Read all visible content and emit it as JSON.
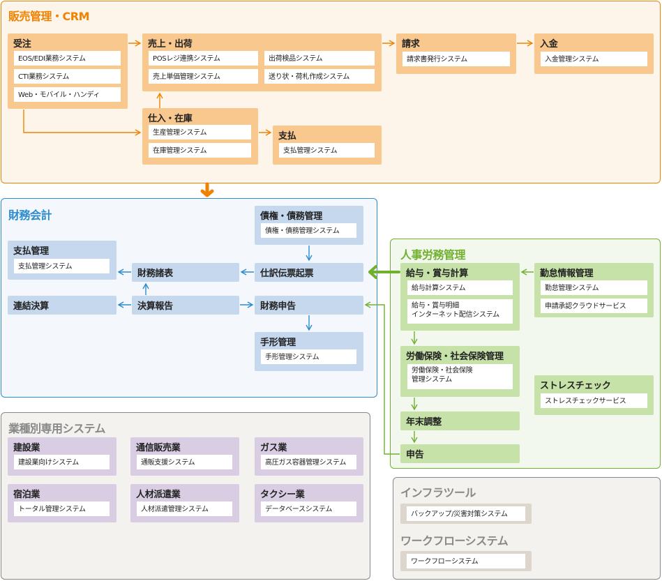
{
  "colors": {
    "orange": "#ef8200",
    "blue": "#2a8ccf",
    "green": "#71b02f",
    "gray": "#888888"
  },
  "crm": {
    "title": "販売管理・CRM",
    "order": {
      "title": "受注",
      "items": [
        "EOS/EDI業務システム",
        "CTI業務システム",
        "Web・モバイル・ハンディ"
      ]
    },
    "sales": {
      "title": "売上・出荷",
      "items": [
        "POSレジ連携システム",
        "出荷検品システム",
        "売上単価管理システム",
        "送り状・荷札作成システム"
      ]
    },
    "billing": {
      "title": "請求",
      "items": [
        "請求書発行システム"
      ]
    },
    "receipt": {
      "title": "入金",
      "items": [
        "入金管理システム"
      ]
    },
    "purchase": {
      "title": "仕入・在庫",
      "items": [
        "生産管理システム",
        "在庫管理システム"
      ]
    },
    "payment": {
      "title": "支払",
      "items": [
        "支払管理システム"
      ]
    }
  },
  "finance": {
    "title": "財務会計",
    "credit": {
      "title": "債権・債務管理",
      "items": [
        "債権・債務管理システム"
      ]
    },
    "paymgmt": {
      "title": "支払管理",
      "items": [
        "支払管理システム"
      ]
    },
    "statements": {
      "title": "財務諸表"
    },
    "journal": {
      "title": "仕訳伝票起票"
    },
    "consolidated": {
      "title": "連結決算"
    },
    "settlement": {
      "title": "決算報告"
    },
    "taxfiling": {
      "title": "財務申告"
    },
    "bills": {
      "title": "手形管理",
      "items": [
        "手形管理システム"
      ]
    }
  },
  "hr": {
    "title": "人事労務管理",
    "salary": {
      "title": "給与・賞与計算",
      "items": [
        "給与計算システム"
      ],
      "items2": [
        "給与・賞与明細",
        "インターネット配信システム"
      ]
    },
    "attendance": {
      "title": "勤怠情報管理",
      "items": [
        "勤怠管理システム",
        "申請承認クラウドサービス"
      ]
    },
    "insurance": {
      "title": "労働保険・社会保険管理",
      "items2": [
        "労働保険・社会保険",
        "管理システム"
      ]
    },
    "stress": {
      "title": "ストレスチェック",
      "items": [
        "ストレスチェックサービス"
      ]
    },
    "yearend": {
      "title": "年末調整"
    },
    "filing": {
      "title": "申告"
    }
  },
  "industry": {
    "title": "業種別専用システム",
    "groups": [
      {
        "title": "建設業",
        "item": "建設業向けシステム"
      },
      {
        "title": "通信販売業",
        "item": "通販支援システム"
      },
      {
        "title": "ガス業",
        "item": "高圧ガス容器管理システム"
      },
      {
        "title": "宿泊業",
        "item": "トータル管理システム"
      },
      {
        "title": "人材派遣業",
        "item": "人材派遣管理システム"
      },
      {
        "title": "タクシー業",
        "item": "データベースシステム"
      }
    ]
  },
  "infra": {
    "title1": "インフラツール",
    "item1": "バックアップ/災害対策システム",
    "title2": "ワークフローシステム",
    "item2": "ワークフローシステム"
  }
}
